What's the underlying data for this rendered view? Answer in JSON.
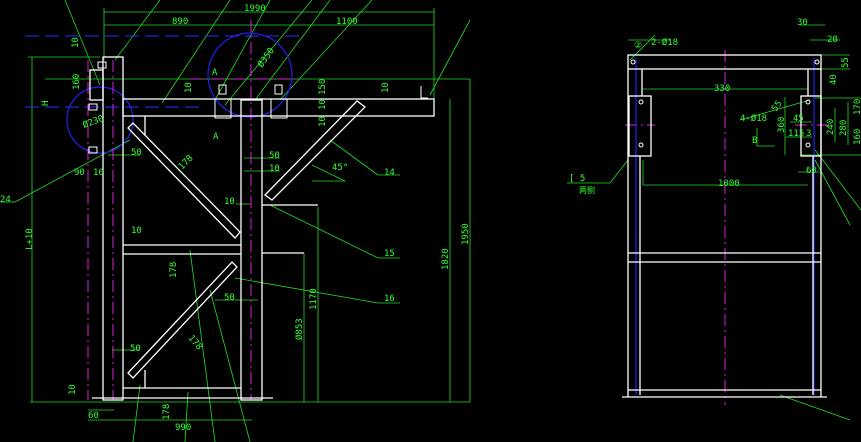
{
  "colors": {
    "background": "#000000",
    "geometry": "#ffffff",
    "dimension": "#33ff33",
    "centerline": "#2233ff",
    "axis": "#dd22dd"
  },
  "front_view": {
    "dims": {
      "overall": "1990",
      "left": "890",
      "right": "1100",
      "dia_big": "Ø350",
      "dia_small": "Ø230",
      "d160": "160",
      "d10a": "10",
      "d10b": "10",
      "d150": "150",
      "d10c": "10",
      "d10d": "10",
      "d10e": "10",
      "d10f": "10",
      "h_left": "L+10",
      "h1820": "1820",
      "h1950": "1950",
      "d50a": "50",
      "d50b": "50",
      "d50c": "50",
      "d50d": "50",
      "d90": "90",
      "d10g": "10",
      "d10h": "10",
      "d178a": "178",
      "d178b": "178",
      "d178c": "178",
      "d178d": "178",
      "d60": "60",
      "d990": "990",
      "d1170": "1170",
      "d853": "Ø853",
      "angle": "45°",
      "h": "H",
      "d10i": "10"
    },
    "section": {
      "a_top": "A",
      "a_bottom": "A"
    },
    "callouts": [
      "14",
      "15",
      "16",
      "24"
    ]
  },
  "side_view": {
    "dims": {
      "holes_top": "2-Ø18",
      "holes_side": "4-Ø18",
      "w330": "330",
      "w1000": "1000",
      "d30": "30",
      "d20": "20",
      "d55": "55",
      "d40": "40",
      "d360": "360",
      "d45": "45",
      "d115": "115",
      "d3": "3",
      "d240": "240",
      "d280": "280",
      "d170": "170",
      "d160": "160",
      "d60": "60",
      "d55b": "55"
    },
    "weld_symbol": "[ 5",
    "weld_note": "两侧",
    "section": {
      "b": "B"
    },
    "callouts": [
      "②"
    ]
  }
}
